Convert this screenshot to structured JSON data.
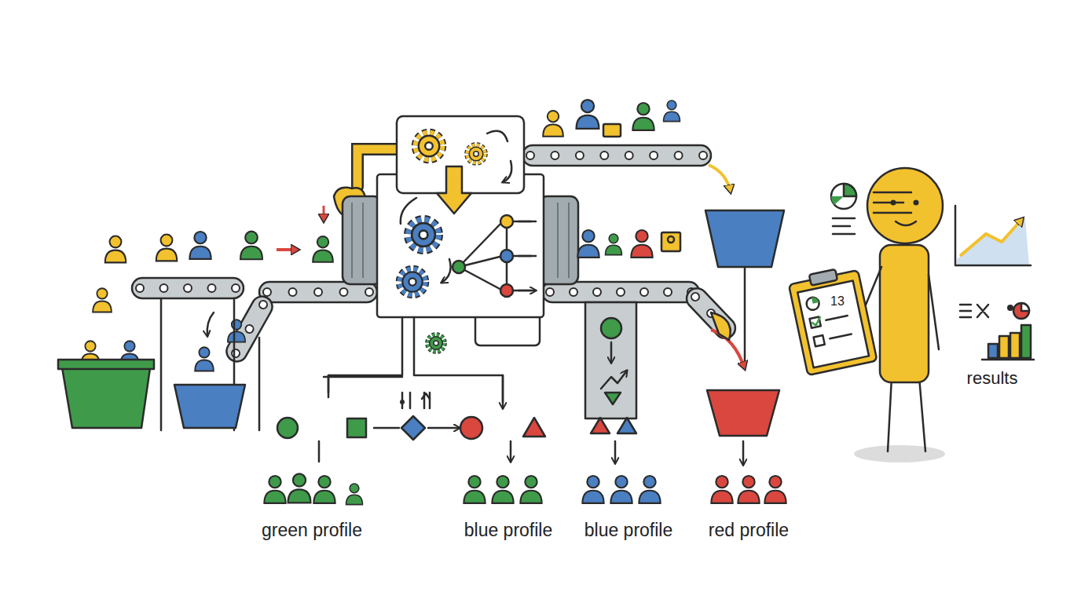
{
  "diagram": {
    "labels": [
      "13",
      "results",
      "green profile",
      "blue profile",
      "blue profile",
      "red profile"
    ]
  }
}
